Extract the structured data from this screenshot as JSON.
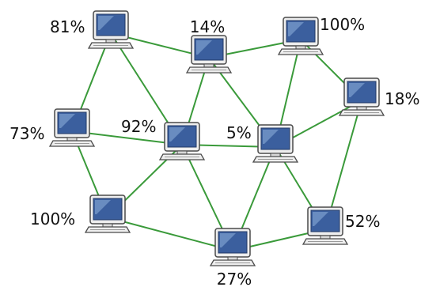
{
  "colors": {
    "link": "#3a9a3a",
    "screen": "#3b5f9e",
    "screen_highlight": "#8fb0dd",
    "bezel": "#eeeeee",
    "case": "#d9d9d9",
    "outline": "#4a4a4a"
  },
  "nodes": [
    {
      "id": "n1",
      "label": "81%",
      "icon": "computer-icon"
    },
    {
      "id": "n2",
      "label": "14%",
      "icon": "computer-icon"
    },
    {
      "id": "n3",
      "label": "100%",
      "icon": "computer-icon"
    },
    {
      "id": "n4",
      "label": "18%",
      "icon": "computer-icon"
    },
    {
      "id": "n5",
      "label": "73%",
      "icon": "computer-icon"
    },
    {
      "id": "n6",
      "label": "92%",
      "icon": "computer-icon"
    },
    {
      "id": "n7",
      "label": "5%",
      "icon": "computer-icon"
    },
    {
      "id": "n8",
      "label": "100%",
      "icon": "computer-icon"
    },
    {
      "id": "n9",
      "label": "52%",
      "icon": "computer-icon"
    },
    {
      "id": "n10",
      "label": "27%",
      "icon": "computer-icon"
    }
  ],
  "links": [
    [
      "n1",
      "n2"
    ],
    [
      "n2",
      "n3"
    ],
    [
      "n3",
      "n4"
    ],
    [
      "n1",
      "n5"
    ],
    [
      "n1",
      "n6"
    ],
    [
      "n2",
      "n6"
    ],
    [
      "n2",
      "n7"
    ],
    [
      "n3",
      "n7"
    ],
    [
      "n4",
      "n7"
    ],
    [
      "n4",
      "n9"
    ],
    [
      "n5",
      "n6"
    ],
    [
      "n6",
      "n7"
    ],
    [
      "n5",
      "n8"
    ],
    [
      "n6",
      "n8"
    ],
    [
      "n6",
      "n10"
    ],
    [
      "n7",
      "n10"
    ],
    [
      "n7",
      "n9"
    ],
    [
      "n8",
      "n10"
    ],
    [
      "n10",
      "n9"
    ]
  ]
}
